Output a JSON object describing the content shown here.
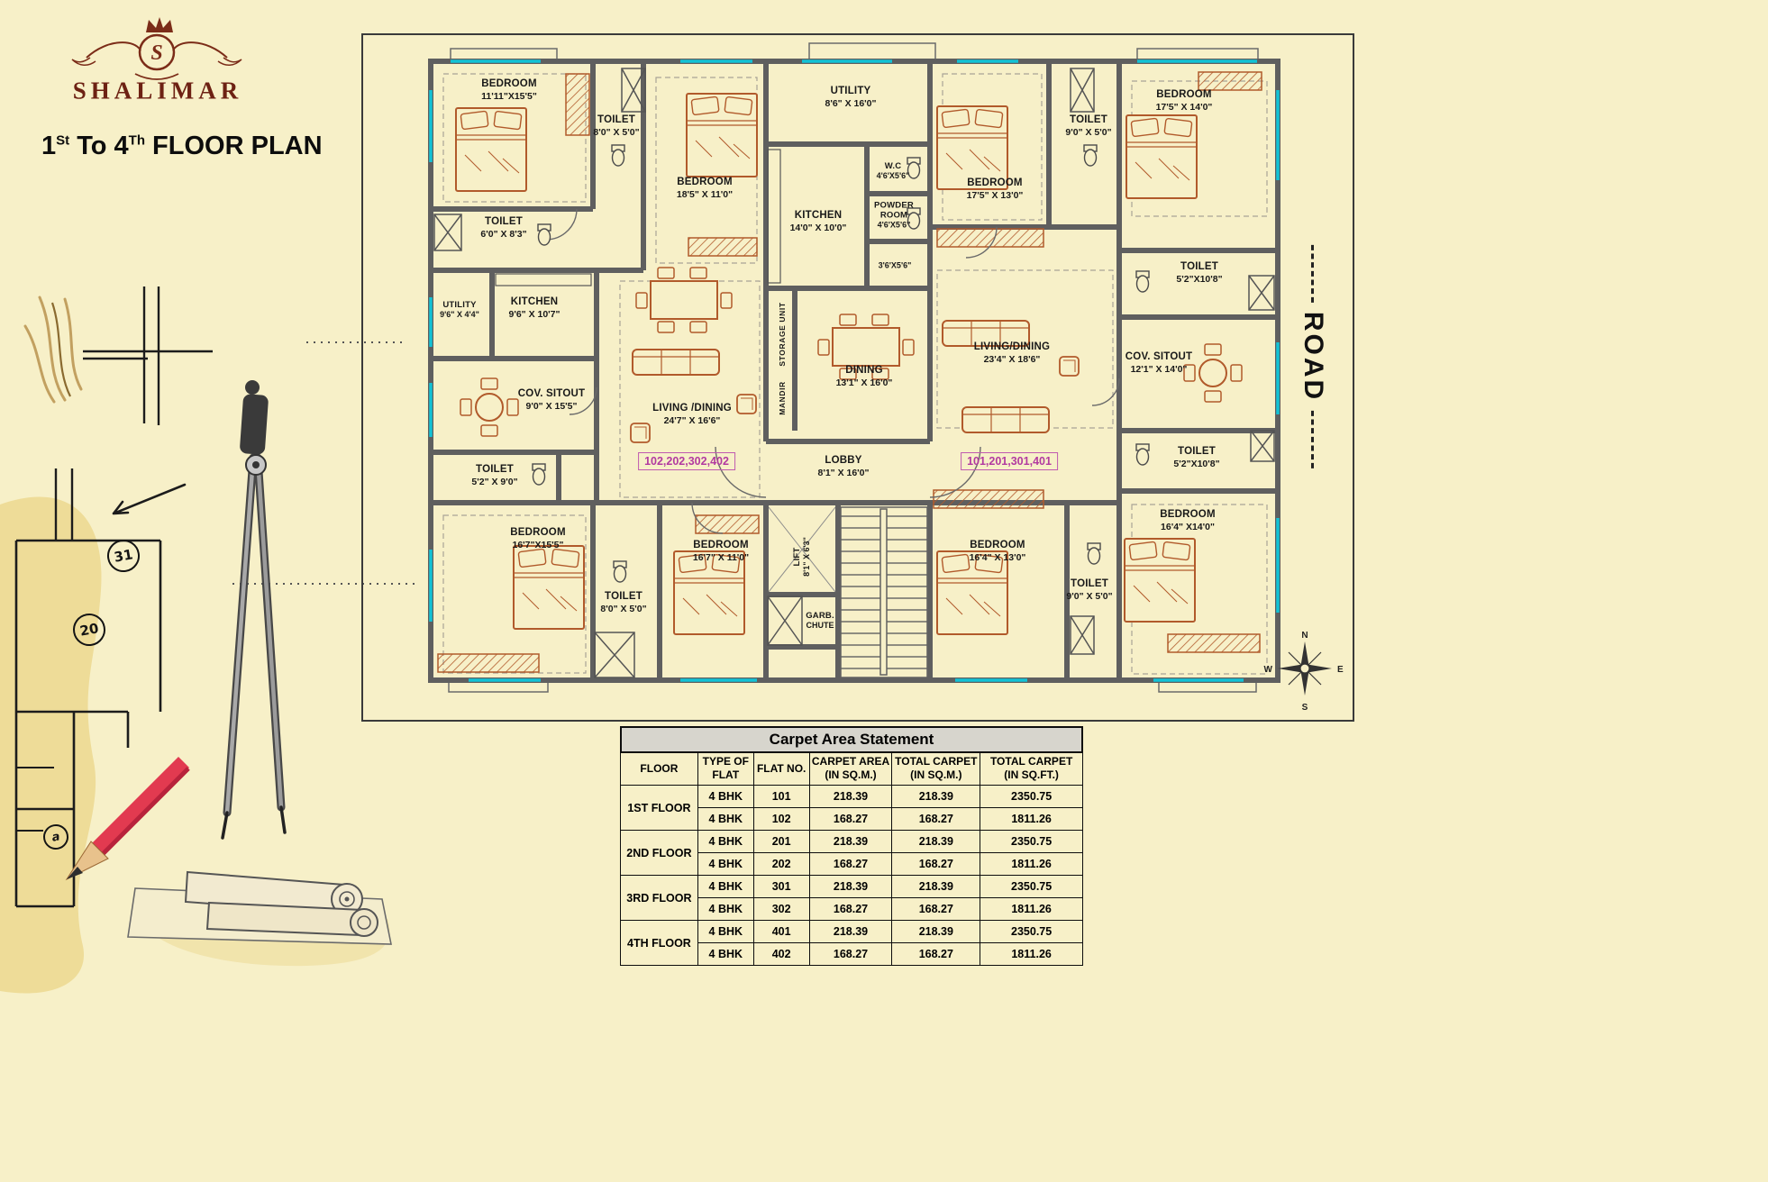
{
  "brand": {
    "name": "SHALIMAR",
    "monogram": "S"
  },
  "title": {
    "a": "1",
    "b": "St",
    "c": " To 4",
    "d": "Th",
    "e": " FLOOR PLAN"
  },
  "plan": {
    "road": "ROAD",
    "unit_left": "102,202,302,402",
    "unit_right": "101,201,301,401",
    "compass": {
      "n": "N",
      "e": "E",
      "s": "S",
      "w": "W"
    },
    "notes": [
      "31",
      "20",
      "a"
    ],
    "rooms": [
      {
        "name": "BEDROOM",
        "dims": "11'11\"X15'5\""
      },
      {
        "name": "TOILET",
        "dims": "8'0\" X 5'0\""
      },
      {
        "name": "BEDROOM",
        "dims": "18'5\" X 11'0\""
      },
      {
        "name": "UTILITY",
        "dims": "8'6\" X 16'0\""
      },
      {
        "name": "W.C",
        "dims": "4'6'X5'6\""
      },
      {
        "name": "BEDROOM",
        "dims": "17'5\" X 13'0\""
      },
      {
        "name": "TOILET",
        "dims": "9'0\" X 5'0\""
      },
      {
        "name": "BEDROOM",
        "dims": "17'5\" X 14'0\""
      },
      {
        "name": "TOILET",
        "dims": "6'0\" X 8'3\""
      },
      {
        "name": "KITCHEN",
        "dims": "14'0\" X 10'0\""
      },
      {
        "name": "POWDER ROOM",
        "dims": "4'6'X5'6\""
      },
      {
        "name": "",
        "dims": "3'6'X5'6\""
      },
      {
        "name": "TOILET",
        "dims": "5'2\"X10'8\""
      },
      {
        "name": "UTILITY",
        "dims": "9'6\" X 4'4\""
      },
      {
        "name": "KITCHEN",
        "dims": "9'6\" X 10'7\""
      },
      {
        "name": "COV. SITOUT",
        "dims": "9'0\" X 15'5\""
      },
      {
        "name": "LIVING /DINING",
        "dims": "24'7\" X 16'6\""
      },
      {
        "name": "DINING",
        "dims": "13'1\" X 16'0\""
      },
      {
        "name": "LIVING/DINING",
        "dims": "23'4\" X 18'6\""
      },
      {
        "name": "COV. SITOUT",
        "dims": "12'1\" X 14'0\""
      },
      {
        "name": "TOILET",
        "dims": "5'2\" X 9'0\""
      },
      {
        "name": "LOBBY",
        "dims": "8'1\" X 16'0\""
      },
      {
        "name": "TOILET",
        "dims": "5'2\"X10'8\""
      },
      {
        "name": "BEDROOM",
        "dims": "16'7\"X15'5\""
      },
      {
        "name": "BEDROOM",
        "dims": "16'7\" X 11'0\""
      },
      {
        "name": "BEDROOM",
        "dims": "16'4\" X 13'0\""
      },
      {
        "name": "TOILET",
        "dims": "9'0\" X 5'0\""
      },
      {
        "name": "BEDROOM",
        "dims": "16'4\" X14'0\""
      },
      {
        "name": "TOILET",
        "dims": "8'0\" X 5'0\""
      },
      {
        "name": "GARB.",
        "dims": "CHUTE"
      },
      {
        "name": "LIFT",
        "dims": "8'1\" X 6'3\""
      },
      {
        "name": "STORAGE UNIT",
        "dims": ""
      },
      {
        "name": "MANDIR",
        "dims": ""
      }
    ]
  },
  "table": {
    "title": "Carpet Area Statement",
    "headers": [
      [
        "FLOOR",
        ""
      ],
      [
        "TYPE OF",
        "FLAT"
      ],
      [
        "FLAT NO.",
        ""
      ],
      [
        "CARPET AREA",
        "(IN SQ.M.)"
      ],
      [
        "TOTAL CARPET",
        "(IN SQ.M.)"
      ],
      [
        "TOTAL CARPET",
        "(IN SQ.FT.)"
      ]
    ],
    "groups": [
      {
        "floor": "1ST FLOOR",
        "rows": [
          [
            "4 BHK",
            "101",
            "218.39",
            "218.39",
            "2350.75"
          ],
          [
            "4 BHK",
            "102",
            "168.27",
            "168.27",
            "1811.26"
          ]
        ]
      },
      {
        "floor": "2ND FLOOR",
        "rows": [
          [
            "4 BHK",
            "201",
            "218.39",
            "218.39",
            "2350.75"
          ],
          [
            "4 BHK",
            "202",
            "168.27",
            "168.27",
            "1811.26"
          ]
        ]
      },
      {
        "floor": "3RD FLOOR",
        "rows": [
          [
            "4 BHK",
            "301",
            "218.39",
            "218.39",
            "2350.75"
          ],
          [
            "4 BHK",
            "302",
            "168.27",
            "168.27",
            "1811.26"
          ]
        ]
      },
      {
        "floor": "4TH FLOOR",
        "rows": [
          [
            "4 BHK",
            "401",
            "218.39",
            "218.39",
            "2350.75"
          ],
          [
            "4 BHK",
            "402",
            "168.27",
            "168.27",
            "1811.26"
          ]
        ]
      }
    ]
  }
}
